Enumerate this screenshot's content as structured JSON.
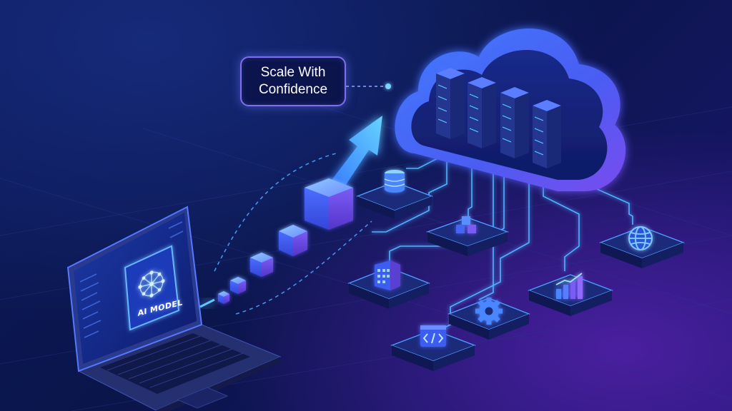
{
  "callout": {
    "text": "Scale With\nConfidence"
  },
  "laptop": {
    "screen_label": "AI MODEL",
    "icon": "neural-network-icon"
  },
  "nodes": [
    {
      "name": "database-node",
      "icon": "database-icon"
    },
    {
      "name": "blocks-node",
      "icon": "blocks-icon"
    },
    {
      "name": "globe-node",
      "icon": "globe-icon"
    },
    {
      "name": "building-node",
      "icon": "building-icon"
    },
    {
      "name": "settings-node",
      "icon": "gear-icon"
    },
    {
      "name": "analytics-node",
      "icon": "bar-chart-icon"
    },
    {
      "name": "code-node",
      "icon": "code-icon"
    }
  ],
  "colors": {
    "background": "#0d1a5c",
    "accent": "#3c6cff",
    "glow": "#56b4ff",
    "purple": "#7a4cf0"
  }
}
